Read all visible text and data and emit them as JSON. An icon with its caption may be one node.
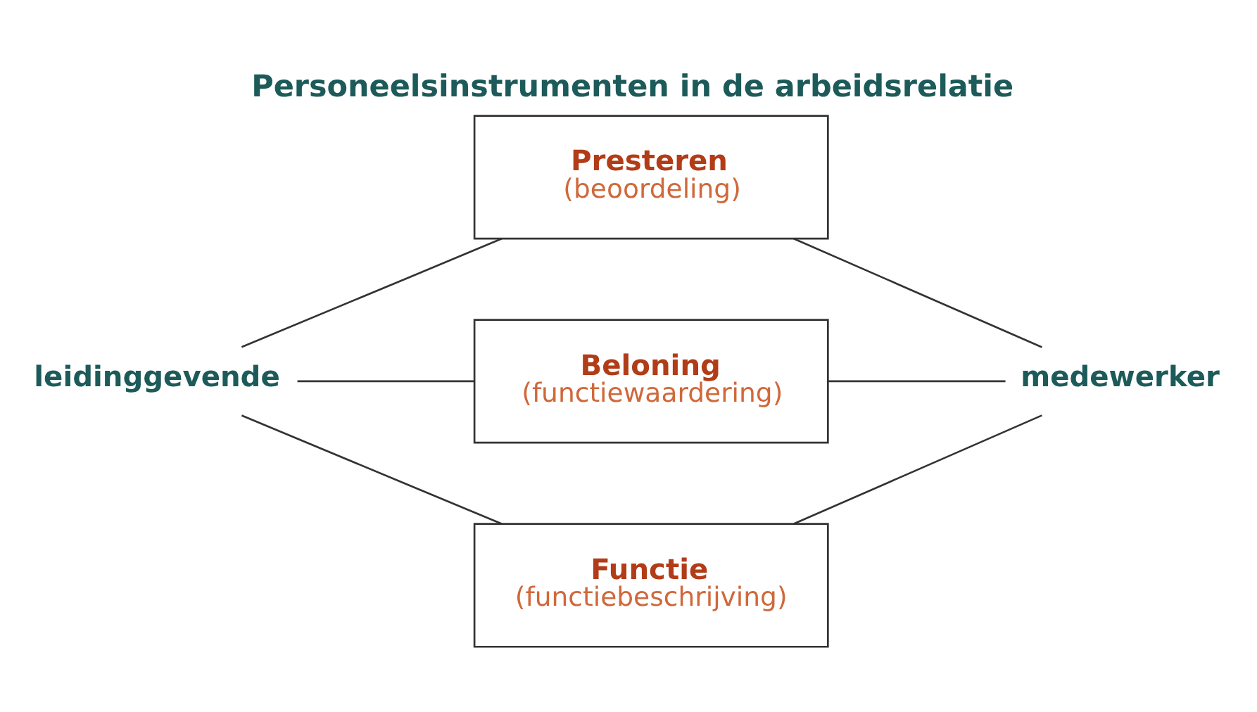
{
  "diagram": {
    "title": "Personeelsinstrumenten in de arbeidsrelatie",
    "nodes": [
      {
        "text": [
          "leidinggevende"
        ]
      },
      {
        "text": [
          "Presteren",
          "(beoordeling)"
        ]
      },
      {
        "text": [
          "Beloning",
          "(functiewaardering)"
        ]
      },
      {
        "text": [
          "Functie",
          "(functiebeschrijving)"
        ]
      },
      {
        "text": [
          "medewerker"
        ]
      }
    ],
    "edges": [
      {
        "from": 0,
        "to": 1,
        "arrow": "none"
      },
      {
        "from": 0,
        "to": 2,
        "arrow": "none"
      },
      {
        "from": 0,
        "to": 3,
        "arrow": "none"
      },
      {
        "from": 1,
        "to": 4,
        "arrow": "none"
      },
      {
        "from": 2,
        "to": 4,
        "arrow": "none"
      },
      {
        "from": 3,
        "to": 4,
        "arrow": "none"
      }
    ]
  }
}
